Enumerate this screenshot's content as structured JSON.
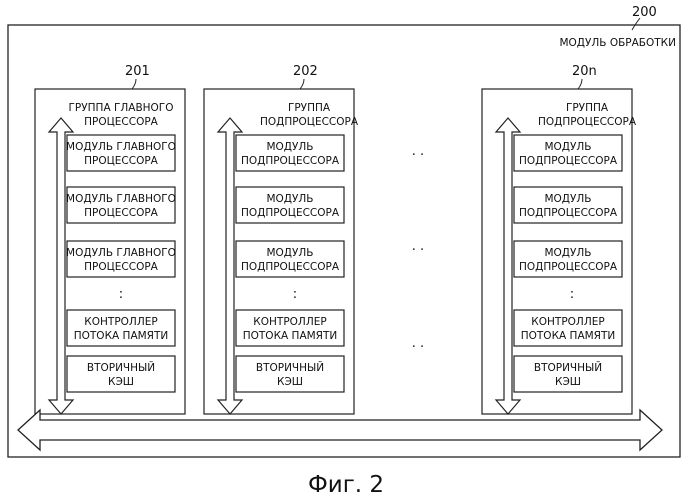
{
  "figure": {
    "module_ref": "200",
    "module_label": "МОДУЛЬ ОБРАБОТКИ",
    "caption": "Фиг. 2",
    "ellipsis_mark": ". .",
    "vertical_ellipsis_mark": ":",
    "groups": [
      {
        "ref": "201",
        "title_line1": "ГРУППА ГЛАВНОГО",
        "title_line2": "ПРОЦЕССОРА",
        "units": [
          {
            "line1": "МОДУЛЬ ГЛАВНОГО",
            "line2": "ПРОЦЕССОРА"
          },
          {
            "line1": "МОДУЛЬ ГЛАВНОГО",
            "line2": "ПРОЦЕССОРА"
          },
          {
            "line1": "МОДУЛЬ ГЛАВНОГО",
            "line2": "ПРОЦЕССОРА"
          }
        ],
        "controller": {
          "line1": "КОНТРОЛЛЕР",
          "line2": "ПОТОКА ПАМЯТИ"
        },
        "cache": {
          "line1": "ВТОРИЧНЫЙ",
          "line2": "КЭШ"
        }
      },
      {
        "ref": "202",
        "title_line1": "ГРУППА",
        "title_line2": "ПОДПРОЦЕССОРА",
        "units": [
          {
            "line1": "МОДУЛЬ",
            "line2": "ПОДПРОЦЕССОРА"
          },
          {
            "line1": "МОДУЛЬ",
            "line2": "ПОДПРОЦЕССОРА"
          },
          {
            "line1": "МОДУЛЬ",
            "line2": "ПОДПРОЦЕССОРА"
          }
        ],
        "controller": {
          "line1": "КОНТРОЛЛЕР",
          "line2": "ПОТОКА ПАМЯТИ"
        },
        "cache": {
          "line1": "ВТОРИЧНЫЙ",
          "line2": "КЭШ"
        }
      },
      {
        "ref": "20n",
        "title_line1": "ГРУППА",
        "title_line2": "ПОДПРОЦЕССОРА",
        "units": [
          {
            "line1": "МОДУЛЬ",
            "line2": "ПОДПРОЦЕССОРА"
          },
          {
            "line1": "МОДУЛЬ",
            "line2": "ПОДПРОЦЕССОРА"
          },
          {
            "line1": "МОДУЛЬ",
            "line2": "ПОДПРОЦЕССОРА"
          }
        ],
        "controller": {
          "line1": "КОНТРОЛЛЕР",
          "line2": "ПОТОКА ПАМЯТИ"
        },
        "cache": {
          "line1": "ВТОРИЧНЫЙ",
          "line2": "КЭШ"
        }
      }
    ]
  }
}
